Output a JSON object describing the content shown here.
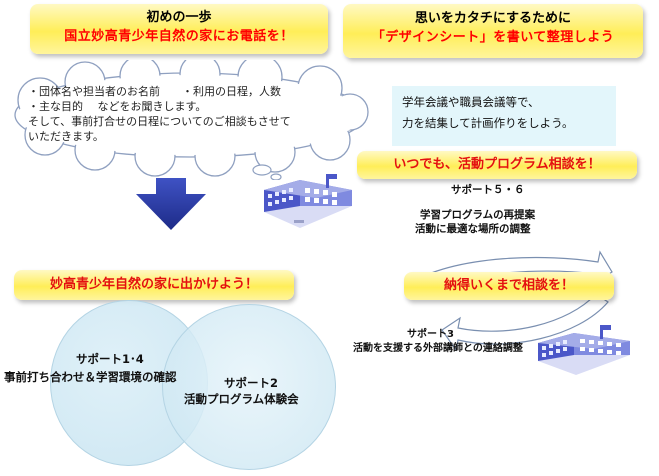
{
  "banner_top_left": {
    "line1": "初めの一歩",
    "line2": "国立妙高青少年自然の家にお電話を！"
  },
  "banner_top_right": {
    "line1": "思いをカタチにするために",
    "line2": "「デザインシート」を書いて整理しよう"
  },
  "cloud": {
    "line1": "・団体名や担当者のお名前　　・利用の日程，人数",
    "line2": "・主な目的　 などをお聞きします。",
    "line3": "そして、事前打合せの日程についてのご相談もさせて",
    "line4": "いただきます。"
  },
  "info_box": {
    "line1": "学年会議や職員会議等で、",
    "line2": "力を結集して計画作りをしよう。"
  },
  "banner_consult": "いつでも、活動プログラム相談を！",
  "support56": {
    "label": "サポート５・６",
    "line1": "学習プログラムの再提案",
    "line2": "活動に最適な場所の調整"
  },
  "banner_visit": "妙高青少年自然の家に出かけよう！",
  "banner_until": "納得いくまで相談を！",
  "support3": {
    "label": "サポート3",
    "line1": "活動を支援する外部講師との連絡調整"
  },
  "circle_left": {
    "label": "サポート1･4",
    "line1": "事前打ち合わせ＆学習環境の確認"
  },
  "circle_right": {
    "label": "サポート2",
    "line1": "活動プログラム体験会"
  },
  "colors": {
    "banner_yellow": "#ffee58",
    "red_text": "#ff0000",
    "arrow_blue": "#2c3fa8",
    "info_bg": "#e3f6fb",
    "circle_fill": "#d6ebf5"
  }
}
